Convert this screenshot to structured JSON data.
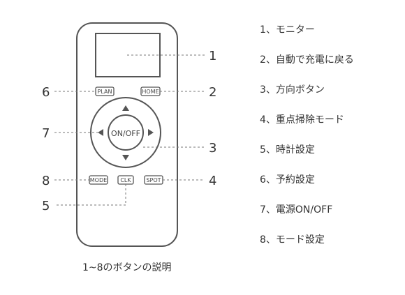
{
  "remote": {
    "buttons": {
      "plan": "PLAN",
      "home": "HOME",
      "on_off": "ON/OFF",
      "mode": "MODE",
      "clk": "CLK",
      "spot": "SPOT"
    },
    "callouts": [
      "1",
      "2",
      "3",
      "4",
      "5",
      "6",
      "7",
      "8"
    ]
  },
  "legend": [
    "1、モニター",
    "2、自動で充電に戻る",
    "3、方向ボタン",
    "4、重点掃除モード",
    "5、時計設定",
    "6、予約設定",
    "7、電源ON/OFF",
    "8、モード設定"
  ],
  "caption": "1~8のボタンの説明"
}
